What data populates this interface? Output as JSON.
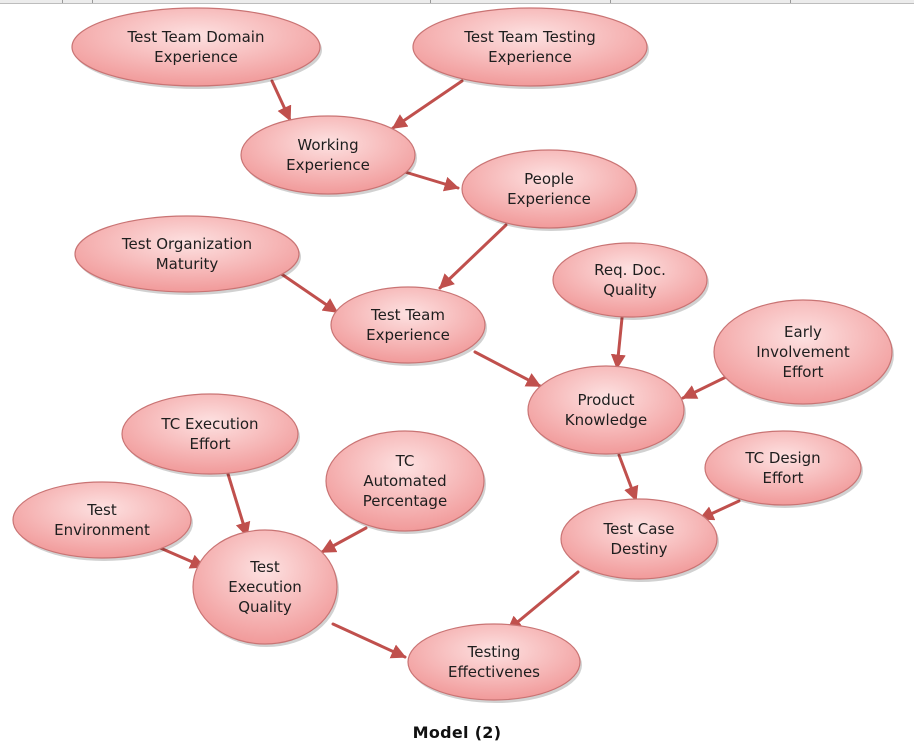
{
  "caption": "Model (2)",
  "colors": {
    "node_fill_light": "#fde1e1",
    "node_fill_dark": "#f19a9a",
    "node_stroke": "#c97474",
    "arrow": "#c0504d"
  },
  "nodes": [
    {
      "id": "domain",
      "lines": [
        "Test Team Domain",
        "Experience"
      ]
    },
    {
      "id": "testing",
      "lines": [
        "Test Team Testing",
        "Experience"
      ]
    },
    {
      "id": "working",
      "lines": [
        "Working",
        "Experience"
      ]
    },
    {
      "id": "people",
      "lines": [
        "People",
        "Experience"
      ]
    },
    {
      "id": "orgmat",
      "lines": [
        "Test Organization",
        "Maturity"
      ]
    },
    {
      "id": "teamexp",
      "lines": [
        "Test Team",
        "Experience"
      ]
    },
    {
      "id": "reqdoc",
      "lines": [
        "Req. Doc.",
        "Quality"
      ]
    },
    {
      "id": "early",
      "lines": [
        "Early",
        "Involvement",
        "Effort"
      ]
    },
    {
      "id": "product",
      "lines": [
        "Product",
        "Knowledge"
      ]
    },
    {
      "id": "tcexec",
      "lines": [
        "TC Execution",
        "Effort"
      ]
    },
    {
      "id": "tcauto",
      "lines": [
        "TC",
        "Automated",
        "Percentage"
      ]
    },
    {
      "id": "tcdesign",
      "lines": [
        "TC Design",
        "Effort"
      ]
    },
    {
      "id": "testenv",
      "lines": [
        "Test",
        "Environment"
      ]
    },
    {
      "id": "destiny",
      "lines": [
        "Test Case",
        "Destiny"
      ]
    },
    {
      "id": "execqual",
      "lines": [
        "Test",
        "Execution",
        "Quality"
      ]
    },
    {
      "id": "effective",
      "lines": [
        "Testing",
        "Effectivenes"
      ]
    }
  ],
  "edges": [
    {
      "from": "domain",
      "to": "working"
    },
    {
      "from": "testing",
      "to": "working"
    },
    {
      "from": "working",
      "to": "people"
    },
    {
      "from": "people",
      "to": "teamexp"
    },
    {
      "from": "orgmat",
      "to": "teamexp"
    },
    {
      "from": "teamexp",
      "to": "product"
    },
    {
      "from": "reqdoc",
      "to": "product"
    },
    {
      "from": "early",
      "to": "product"
    },
    {
      "from": "product",
      "to": "destiny"
    },
    {
      "from": "tcdesign",
      "to": "destiny"
    },
    {
      "from": "destiny",
      "to": "effective"
    },
    {
      "from": "tcexec",
      "to": "execqual"
    },
    {
      "from": "tcauto",
      "to": "execqual"
    },
    {
      "from": "testenv",
      "to": "execqual"
    },
    {
      "from": "execqual",
      "to": "effective"
    }
  ]
}
